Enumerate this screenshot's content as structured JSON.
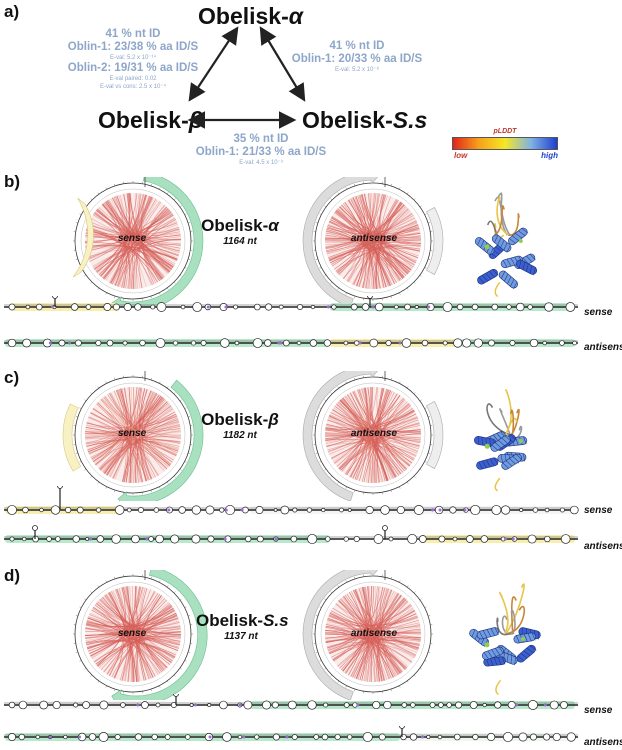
{
  "panel_a": {
    "letter": "a)",
    "alpha_title": "Obelisk-",
    "alpha_greek": "α",
    "beta_title": "Obelisk-",
    "beta_greek": "β",
    "ss_title": "Obelisk-",
    "ss_italic": "S.s",
    "left_stats": {
      "nt_id": "41 % nt ID",
      "oblin1": "Oblin-1: 23/38 % aa ID/S",
      "oblin1_eval": "E-val: 5.2 x 10⁻¹⁴",
      "oblin2": "Oblin-2: 19/31 % aa ID/S",
      "eval_paired": "E-val paired: 0.02",
      "eval_cons": "E-val vs cons: 2.5 x 10⁻⁴"
    },
    "right_stats": {
      "nt_id": "41 % nt ID",
      "oblin1": "Oblin-1: 20/33 % aa ID/S",
      "oblin1_eval": "E-val: 5.2 x 10⁻⁸"
    },
    "bottom_stats": {
      "nt_id": "35 % nt ID",
      "oblin1": "Oblin-1: 21/33 % aa ID/S",
      "oblin1_eval": "E-val: 4.5 x 10⁻³"
    }
  },
  "legend": {
    "title": "pLDDT",
    "low": "low",
    "high": "high",
    "gradient": [
      "#e3231b",
      "#f7a21a",
      "#f5e726",
      "#7fb2e5",
      "#1f3ecf"
    ]
  },
  "colors": {
    "stat_blue": "#8da6c9",
    "green_arc": "#a8e0c0",
    "yellow_arc": "#f8f1c4",
    "grey_arc": "#dcdcdc",
    "chord": "#d7605a"
  },
  "panels": [
    {
      "letter": "b)",
      "name_prefix": "Obelisk-",
      "name_italic": "α",
      "length": "1164 nt",
      "sense_label": "sense",
      "antisense_label": "antisense",
      "strand1_label": "sense",
      "strand2_label": "antisense"
    },
    {
      "letter": "c)",
      "name_prefix": "Obelisk-",
      "name_italic": "β",
      "length": "1182 nt",
      "sense_label": "sense",
      "antisense_label": "antisense",
      "strand1_label": "sense",
      "strand2_label": "antisense"
    },
    {
      "letter": "d)",
      "name_prefix": "Obelisk-",
      "name_italic": "S.s",
      "length": "1137 nt",
      "sense_label": "sense",
      "antisense_label": "antisense",
      "strand1_label": "sense",
      "strand2_label": "antisense"
    }
  ]
}
